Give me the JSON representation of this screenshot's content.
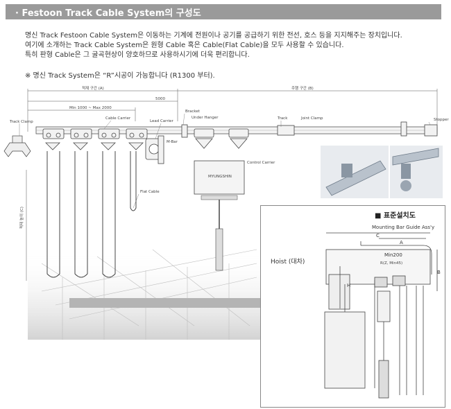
{
  "header": {
    "title": "· Festoon Track Cable System의 구성도"
  },
  "description": {
    "line1": "명신 Track Festoon Cable System은 이동하는 기계에 전원이나 공기를 공급하기 위한 전선, 호스 등을 지지해주는 장치입니다.",
    "line2": "여기에 소개하는 Track Cable System은 원형 Cable 혹은 Cable(Flat Cable)을 모두 사용할 수 있습니다.",
    "line3": "특히 판형 Cable은 그 굴곡현상이 양호하므로 사용하시기에 더욱 편리합니다.",
    "note": "※ 명신 Track System은 “R”시공이 가능합니다 (R1300 부터)."
  },
  "diagram": {
    "dim_a": "적재 구간 (A)",
    "dim_b": "주행 구간 (B)",
    "dim_total": "5000",
    "dim_range": "Min 1000 ~ Max 2000",
    "dim_vertical": "적재 높이 (C)",
    "labels": {
      "track_clamp": "Track Clamp",
      "cable_carrier": "Cable Carrier",
      "lead_carrier": "Lead Carrier",
      "bracket": "Bracket",
      "under_hanger": "Under Hanger",
      "track": "Track",
      "joint_clamp": "Joint Clamp",
      "stopper": "Stopper",
      "m_bar": "M-Bar",
      "control_carrier": "Control Carrier",
      "flat_cable": "Flat Cable",
      "box_brand": "MYUNGSHIN"
    }
  },
  "inset": {
    "title": "■ 표준설치도",
    "mounting": "Mounting Bar Guide Ass'y",
    "hoist": "Hoist (대차)",
    "dim_c": "C",
    "dim_a": "A",
    "dim_min200": "Min200",
    "dim_minrt": "R(Z, Min45)",
    "dim_b": "B",
    "dim_h": "H"
  }
}
